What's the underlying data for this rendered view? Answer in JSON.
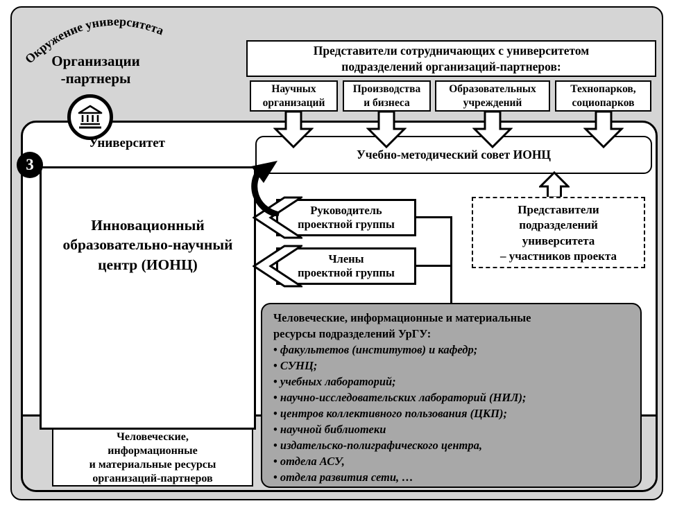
{
  "environment_label": "Окружение университета",
  "partners": {
    "lines": [
      "Организации",
      "-партнеры"
    ]
  },
  "university_label": "Университет",
  "badge_number": "3",
  "header_box": {
    "lines": [
      "Представители сотрудничающих с университетом",
      "подразделений организаций-партнеров:"
    ]
  },
  "partner_types": [
    {
      "lines": [
        "Научных",
        "организаций"
      ]
    },
    {
      "lines": [
        "Производства",
        "и бизнеса"
      ]
    },
    {
      "lines": [
        "Образовательных",
        "учреждений"
      ]
    },
    {
      "lines": [
        "Технопарков,",
        "социопарков"
      ]
    }
  ],
  "council_label": "Учебно-методический совет ИОНЦ",
  "ionc_box": {
    "lines": [
      "Инновационный",
      "образовательно-научный",
      "центр (ИОНЦ)"
    ]
  },
  "project_roles": [
    {
      "lines": [
        "Руководитель",
        "проектной группы"
      ]
    },
    {
      "lines": [
        "Члены",
        "проектной группы"
      ]
    }
  ],
  "dashed_box": {
    "lines": [
      "Представители",
      "подразделений",
      "университета",
      "– участников проекта"
    ]
  },
  "resources_ursu": {
    "title_lines": [
      "Человеческие, информационные и материальные",
      "ресурсы подразделений УрГУ:"
    ],
    "items": [
      "факультетов (институтов) и кафедр;",
      "СУНЦ;",
      "учебных лабораторий;",
      "научно-исследовательских лабораторий (НИЛ);",
      "центров коллективного пользования (ЦКП);",
      "научной библиотеки",
      "издательско-полиграфического центра,",
      "отдела АСУ,",
      "отдела развития сети, …"
    ]
  },
  "resources_partners": {
    "lines": [
      "Человеческие,",
      "информационные",
      "и материальные ресурсы",
      "организаций-партнеров"
    ]
  },
  "colors": {
    "panel_gray": "#d5d5d5",
    "resources_gray": "#a8a8a8",
    "ink": "#000000",
    "paper": "#ffffff"
  }
}
